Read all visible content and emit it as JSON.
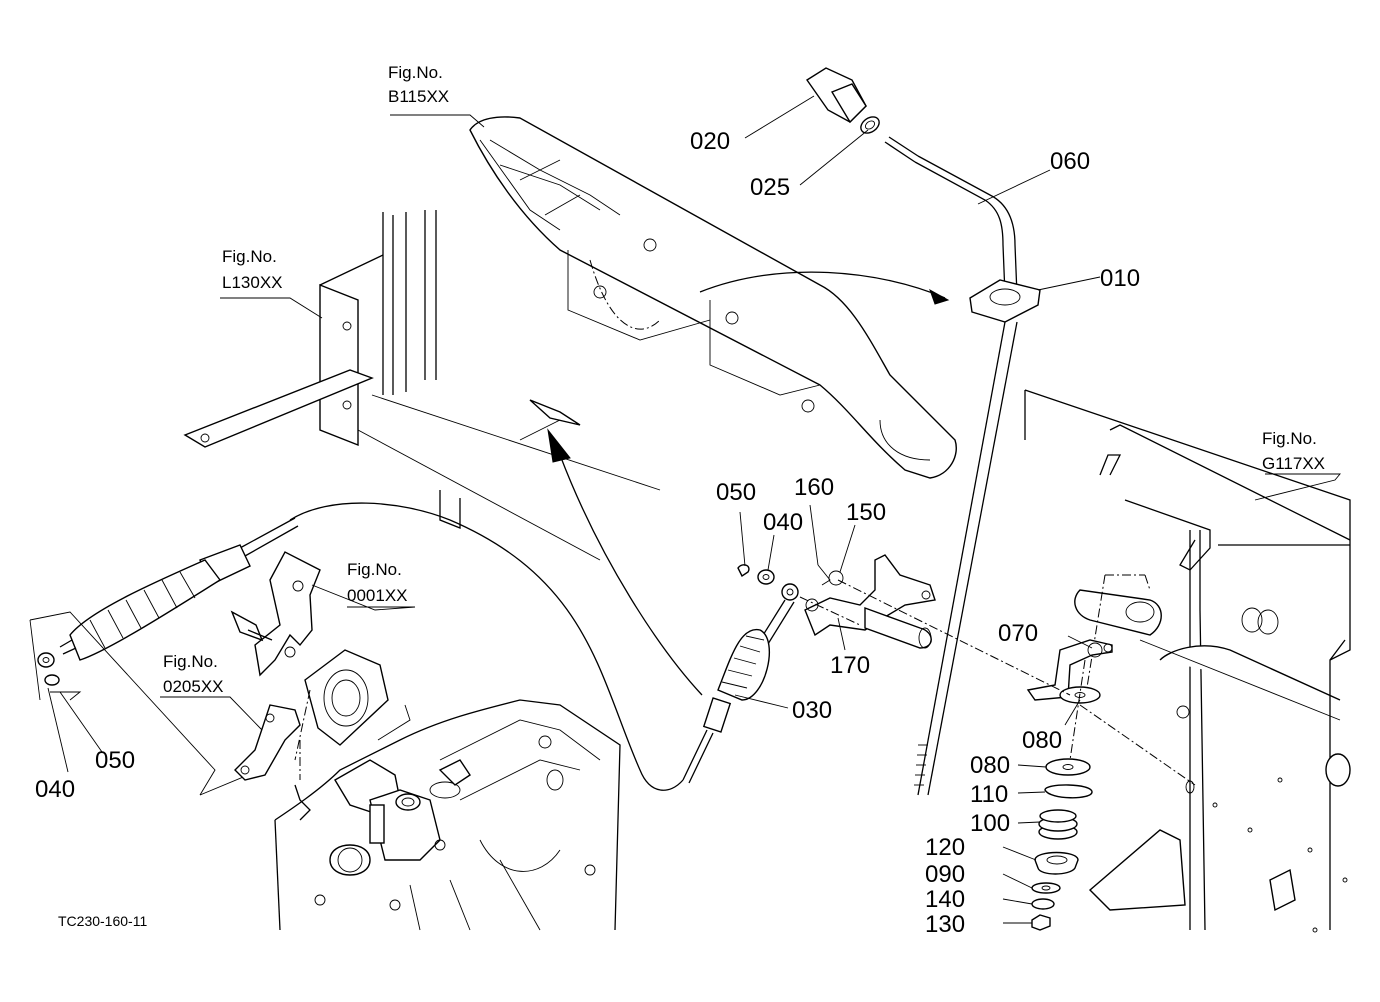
{
  "part_labels": {
    "p010": "010",
    "p020": "020",
    "p025": "025",
    "p030": "030",
    "p040_a": "040",
    "p040_b": "040",
    "p050_a": "050",
    "p050_b": "050",
    "p060": "060",
    "p070": "070",
    "p080_a": "080",
    "p080_b": "080",
    "p090": "090",
    "p100": "100",
    "p110": "110",
    "p120": "120",
    "p130": "130",
    "p140": "140",
    "p150": "150",
    "p160": "160",
    "p170": "170"
  },
  "figure_refs": {
    "b115": {
      "caption": "Fig.No.",
      "code": "B115XX"
    },
    "l130": {
      "caption": "Fig.No.",
      "code": "L130XX"
    },
    "g117": {
      "caption": "Fig.No.",
      "code": "G117XX"
    },
    "f0001": {
      "caption": "Fig.No.",
      "code": "0001XX"
    },
    "f0205": {
      "caption": "Fig.No.",
      "code": "0205XX"
    }
  },
  "drawing_code": "TC230-160-11"
}
